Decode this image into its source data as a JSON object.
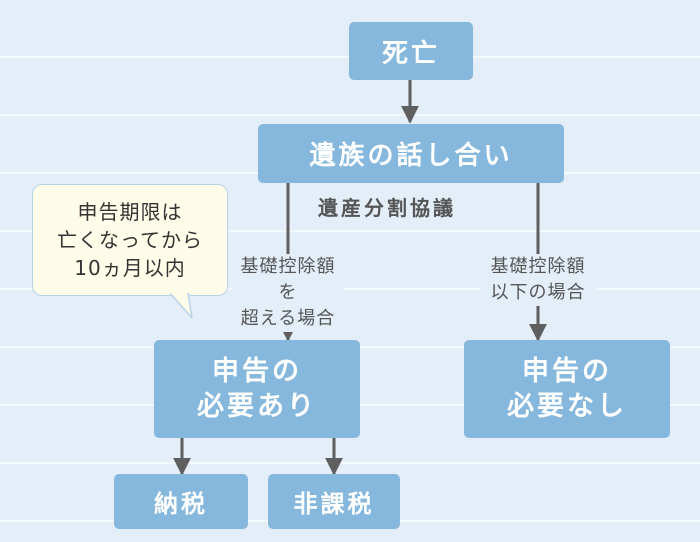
{
  "nodes": {
    "death": "死亡",
    "discussion": "遺族の話し合い",
    "filing_required": [
      "申告の",
      "必要あり"
    ],
    "filing_not_required": [
      "申告の",
      "必要なし"
    ],
    "tax_payment": "納税",
    "non_taxable": "非課税"
  },
  "notes": {
    "division_agreement": "遺産分割協議"
  },
  "edge_labels": {
    "exceeds": [
      "基礎控除額を",
      "超える場合"
    ],
    "below": [
      "基礎控除額",
      "以下の場合"
    ]
  },
  "callout": {
    "lines": [
      "申告期限は",
      "亡くなってから",
      "10ヵ月以内"
    ]
  },
  "colors": {
    "background": "#e3eef8",
    "box": "#86b8de",
    "box_text": "#ffffff",
    "connector": "#5f5f5f",
    "callout_fill": "#fffde9",
    "callout_border": "#b9d3e8"
  }
}
